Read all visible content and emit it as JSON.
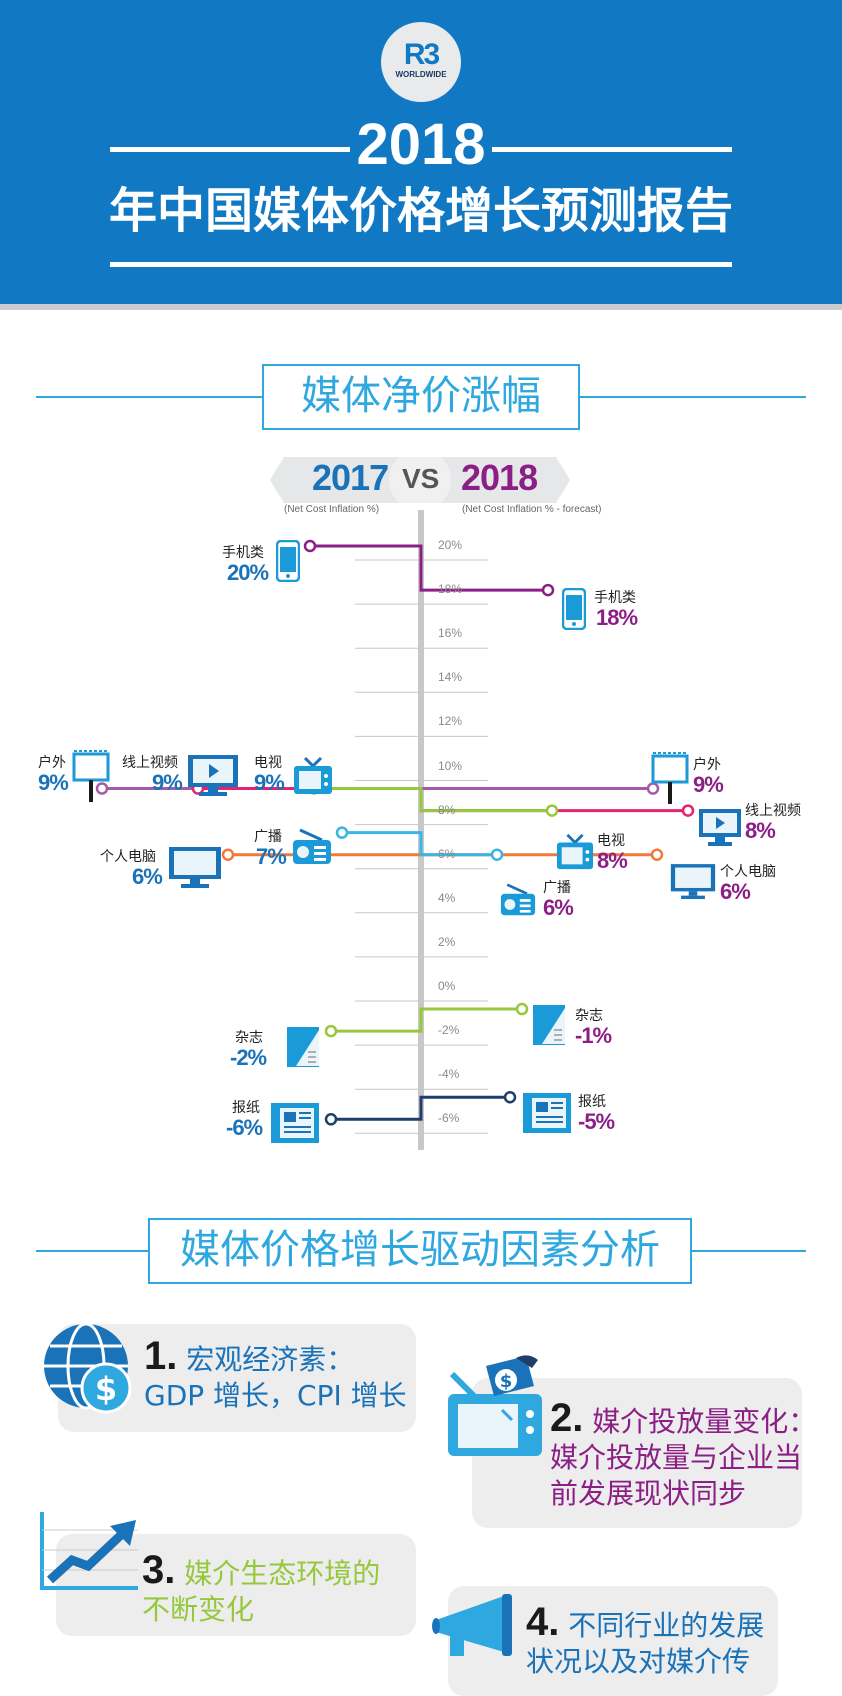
{
  "header": {
    "logo_main": "R3",
    "logo_sub": "WORLDWIDE",
    "year": "2018",
    "title": "年中国媒体价格增长预测报告"
  },
  "section1": {
    "title": "媒体净价涨幅"
  },
  "comparison": {
    "left_year": "2017",
    "vs": "VS",
    "right_year": "2018",
    "left_sub": "(Net Cost Inflation %)",
    "right_sub": "(Net Cost Inflation % - forecast)"
  },
  "chart_data": {
    "type": "line",
    "y_unit": "%",
    "ylim": [
      -7,
      21
    ],
    "yticks": [
      "20%",
      "18%",
      "16%",
      "14%",
      "12%",
      "10%",
      "8%",
      "6%",
      "4%",
      "2%",
      "0%",
      "-2%",
      "-4%",
      "-6%"
    ],
    "series_2017": [
      {
        "media": "手机类",
        "value": 20,
        "label": "20%"
      },
      {
        "media": "户外",
        "value": 9,
        "label": "9%"
      },
      {
        "media": "线上视频",
        "value": 9,
        "label": "9%"
      },
      {
        "media": "电视",
        "value": 9,
        "label": "9%"
      },
      {
        "media": "广播",
        "value": 7,
        "label": "7%"
      },
      {
        "media": "个人电脑",
        "value": 6,
        "label": "6%"
      },
      {
        "media": "杂志",
        "value": -2,
        "label": "-2%"
      },
      {
        "media": "报纸",
        "value": -6,
        "label": "-6%"
      }
    ],
    "series_2018": [
      {
        "media": "手机类",
        "value": 18,
        "label": "18%"
      },
      {
        "media": "户外",
        "value": 9,
        "label": "9%"
      },
      {
        "media": "线上视频",
        "value": 8,
        "label": "8%"
      },
      {
        "media": "电视",
        "value": 8,
        "label": "8%"
      },
      {
        "media": "广播",
        "value": 6,
        "label": "6%"
      },
      {
        "media": "个人电脑",
        "value": 6,
        "label": "6%"
      },
      {
        "media": "杂志",
        "value": -1,
        "label": "-1%"
      },
      {
        "media": "报纸",
        "value": -5,
        "label": "-5%"
      }
    ],
    "colors": {
      "手机类": "#8b1f86",
      "户外": "#a55aa8",
      "线上视频": "#e5236f",
      "电视": "#95c83d",
      "广播": "#3cb5e5",
      "个人电脑": "#f07a3a",
      "杂志": "#95c83d",
      "报纸": "#1f3e6b"
    }
  },
  "section2": {
    "title": "媒体价格增长驱动因素分析"
  },
  "factors": [
    {
      "num": "1.",
      "line1": "宏观经济素：",
      "line2": "GDP 增长，CPI 增长",
      "color": "#1a72b9"
    },
    {
      "num": "2.",
      "line1": "媒介投放量变化：",
      "line2": "媒介投放量与企业当",
      "line3": "前发展现状同步",
      "color": "#8b1f86"
    },
    {
      "num": "3.",
      "line1": "媒介生态环境的",
      "line2": "不断变化",
      "color": "#95c83d"
    },
    {
      "num": "4.",
      "line1": "不同行业的发展",
      "line2": "状况以及对媒介传",
      "color": "#1a72b9"
    }
  ],
  "icons": {
    "logo": "r3-logo-icon",
    "mobile": "mobile-phone-icon",
    "outdoor": "billboard-icon",
    "online_video": "video-monitor-icon",
    "tv": "tv-icon",
    "radio": "radio-icon",
    "pc": "desktop-monitor-icon",
    "magazine": "magazine-icon",
    "newspaper": "newspaper-icon",
    "globe_dollar": "globe-dollar-icon",
    "tv_money": "tv-money-icon",
    "growth_chart": "growth-chart-icon",
    "megaphone": "megaphone-icon"
  }
}
